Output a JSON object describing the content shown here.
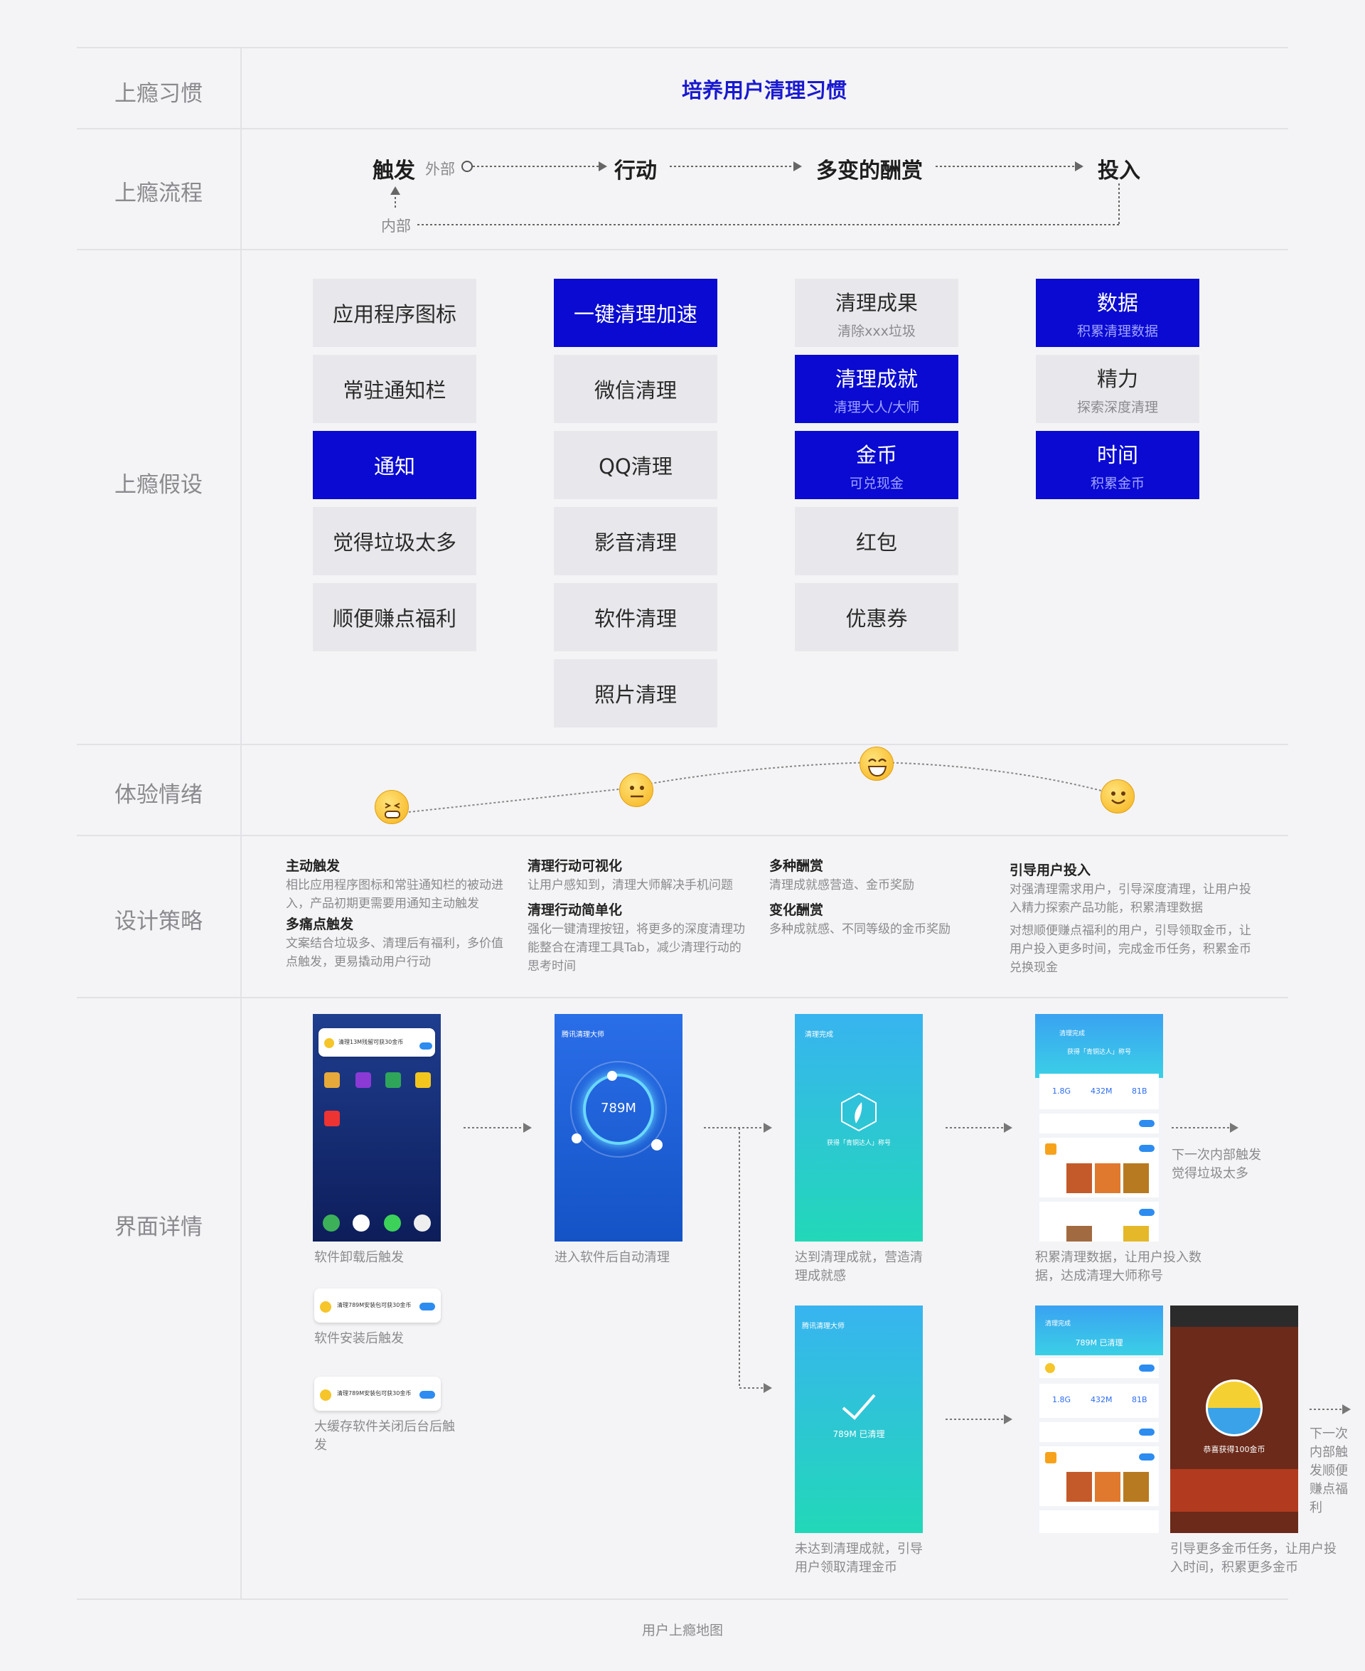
{
  "rows": {
    "habit": "上瘾习惯",
    "flow": "上瘾流程",
    "hypothesis": "上瘾假设",
    "emotion": "体验情绪",
    "strategy": "设计策略",
    "ui": "界面详情"
  },
  "title": "培养用户清理习惯",
  "flow": {
    "trigger": "触发",
    "external": "外部",
    "action": "行动",
    "reward": "多变的酬赏",
    "invest": "投入",
    "internal": "内部"
  },
  "columns": [
    {
      "boxes": [
        {
          "main": "应用程序图标",
          "sub": "",
          "hl": false
        },
        {
          "main": "常驻通知栏",
          "sub": "",
          "hl": false
        },
        {
          "main": "通知",
          "sub": "",
          "hl": true
        },
        {
          "main": "觉得垃圾太多",
          "sub": "",
          "hl": false
        },
        {
          "main": "顺便赚点福利",
          "sub": "",
          "hl": false
        }
      ]
    },
    {
      "boxes": [
        {
          "main": "一键清理加速",
          "sub": "",
          "hl": true
        },
        {
          "main": "微信清理",
          "sub": "",
          "hl": false
        },
        {
          "main": "QQ清理",
          "sub": "",
          "hl": false
        },
        {
          "main": "影音清理",
          "sub": "",
          "hl": false
        },
        {
          "main": "软件清理",
          "sub": "",
          "hl": false
        },
        {
          "main": "照片清理",
          "sub": "",
          "hl": false
        }
      ]
    },
    {
      "boxes": [
        {
          "main": "清理成果",
          "sub": "清除xxx垃圾",
          "hl": false
        },
        {
          "main": "清理成就",
          "sub": "清理大人/大师",
          "hl": true
        },
        {
          "main": "金币",
          "sub": "可兑现金",
          "hl": true
        },
        {
          "main": "红包",
          "sub": "",
          "hl": false
        },
        {
          "main": "优惠券",
          "sub": "",
          "hl": false
        }
      ]
    },
    {
      "boxes": [
        {
          "main": "数据",
          "sub": "积累清理数据",
          "hl": true
        },
        {
          "main": "精力",
          "sub": "探索深度清理",
          "hl": false
        },
        {
          "main": "时间",
          "sub": "积累金币",
          "hl": true
        }
      ]
    }
  ],
  "strategy": {
    "c1h1": "主动触发",
    "c1t1": "相比应用程序图标和常驻通知栏的被动进入，产品初期更需要用通知主动触发",
    "c1h2": "多痛点触发",
    "c1t2": "文案结合垃圾多、清理后有福利，多价值点触发，更易撬动用户行动",
    "c2h1": "清理行动可视化",
    "c2t1": "让用户感知到，清理大师解决手机问题",
    "c2h2": "清理行动简单化",
    "c2t2": "强化一键清理按钮，将更多的深度清理功能整合在清理工具Tab，减少清理行动的思考时间",
    "c3h1": "多种酬赏",
    "c3t1": "清理成就感营造、金币奖励",
    "c3h2": "变化酬赏",
    "c3t2": "多种成就感、不同等级的金币奖励",
    "c4h1": "引导用户投入",
    "c4t1": "对强清理需求用户，引导深度清理，让用户投入精力探索产品功能，积累清理数据",
    "c4t2": "对想顺便赚点福利的用户，引导领取金币，让用户投入更多时间，完成金币任务，积累金币兑换现金"
  },
  "ui": {
    "cap1": "软件卸载后触发",
    "cap2": "软件安装后触发",
    "cap3": "大缓存软件关闭后台后触发",
    "cap4": "进入软件后自动清理",
    "cap5": "达到清理成就，营造清理成就感",
    "cap6": "未达到清理成就，引导用户领取清理金币",
    "cap7": "积累清理数据，让用户投入数据，达成清理大师称号",
    "cap8": "引导更多金币任务，让用户投入时间，积累更多金币",
    "next1": "下一次内部触发觉得垃圾太多",
    "next2": "下一次内部触发顺便赚点福利",
    "phone_app": "腾讯清理大师",
    "done": "清理完成",
    "size": "789M",
    "cleaned": "789M 已清理",
    "badge": "获得「青铜达人」称号",
    "coins": "恭喜获得100金币",
    "notif1": "清理13M残留可获30金币",
    "notif2": "清理789M安装包可获30金币",
    "notif3": "清理789M安装包可获30金币"
  },
  "footer": "用户上瘾地图"
}
